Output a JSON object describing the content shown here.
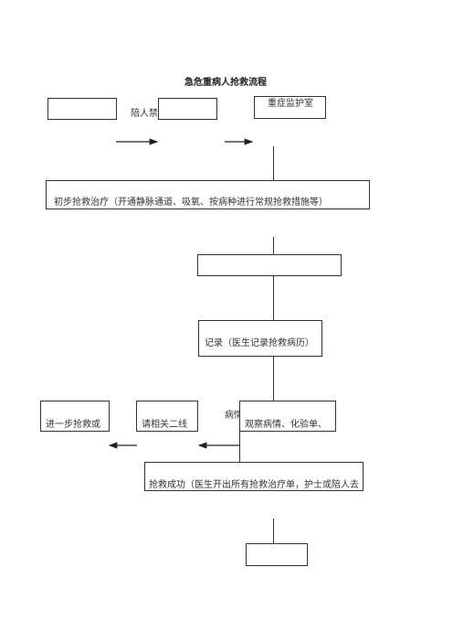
{
  "title": "急危重病人抢救流程",
  "nodes": {
    "icu": "重症监护室",
    "accompany_note": "陪人禁",
    "initial_treatment": "初步抢救治疗（开通静脉通道、吸氧、按病种进行常规抢救措施等）",
    "record": "记录（医生记录抢救病历）",
    "further_rescue": "进一步抢救或",
    "second_line": "请相关二线",
    "condition_label": "病情",
    "observe": "观察病情、化验单、",
    "success": "抢救成功（医生开出所有抢救治疗单，护士或陪人去"
  }
}
